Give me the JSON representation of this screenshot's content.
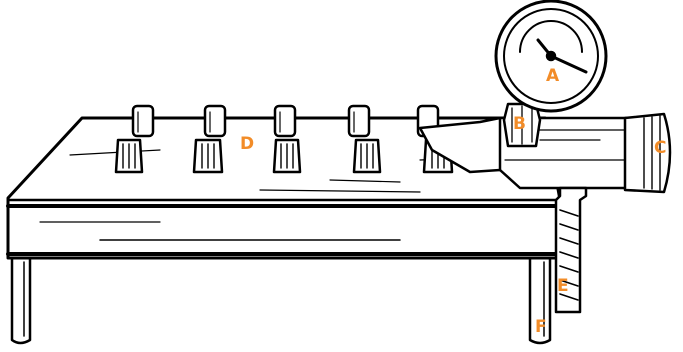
{
  "diagram": {
    "labels": {
      "A": "A",
      "B": "B",
      "C": "C",
      "D": "D",
      "E": "E",
      "F": "F"
    },
    "label_color": "#F28C28",
    "line_color": "#000000",
    "background": "#ffffff"
  }
}
